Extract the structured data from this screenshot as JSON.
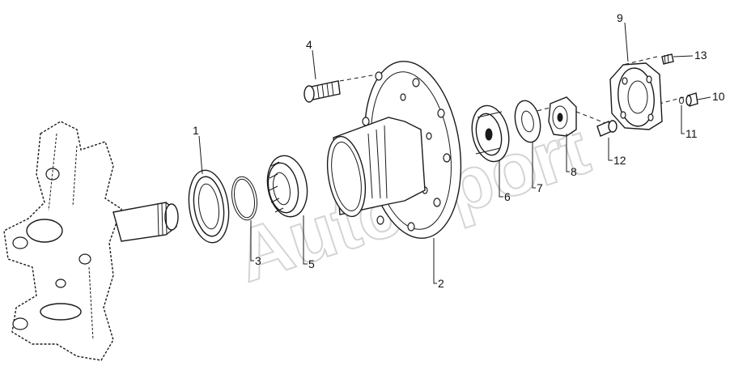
{
  "watermark": "AutoSport",
  "callouts": [
    "1",
    "2",
    "3",
    "4",
    "5",
    "6",
    "7",
    "8",
    "9",
    "10",
    "11",
    "12",
    "13"
  ],
  "colors": {
    "line": "#1a1a1a",
    "background": "#ffffff",
    "watermark": "#b8b8b8"
  }
}
